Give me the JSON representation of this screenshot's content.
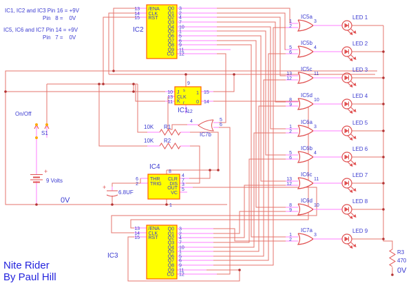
{
  "colors": {
    "wire": "#e4736b",
    "pink": "#ff7dff",
    "component": "#e05050",
    "ic_fill": "#ffff00",
    "ic_border": "#ff5a00",
    "text": "#3a3ad0",
    "title": "#2323dd",
    "dot": "#b33434",
    "orange": "#ffaa00"
  },
  "notes": {
    "line1": "IC1, IC2 and IC3 Pin 16 = +9V",
    "line2": "Pin   8 =    0V",
    "line3": "IC5, IC6 and IC7 Pin 14 = +9V",
    "line4": "Pin   7 =    0V"
  },
  "title": {
    "line1": "Nite Rider",
    "line2": "By Paul Hill"
  },
  "power": {
    "on_off": "On/Off",
    "switch_name": "S1",
    "battery_label": "9 Volts",
    "battery_plus": "+",
    "gnd_left": "0V",
    "gnd_right": "0V"
  },
  "ic2": {
    "name": "IC2",
    "left_pins": [
      {
        "num": "13",
        "label": "/ENA"
      },
      {
        "num": "14",
        "label": "CLK"
      },
      {
        "num": "15",
        "label": "RST"
      }
    ],
    "right_pins": [
      {
        "label": "Q0",
        "num": "3"
      },
      {
        "label": "Q1",
        "num": "2"
      },
      {
        "label": "Q2",
        "num": "4"
      },
      {
        "label": "Q3",
        "num": "7"
      },
      {
        "label": "Q4",
        "num": "10"
      },
      {
        "label": "Q5",
        "num": "1"
      },
      {
        "label": "Q6",
        "num": "5"
      },
      {
        "label": "Q7",
        "num": "6"
      },
      {
        "label": "Q8",
        "num": "9"
      },
      {
        "label": "Q9",
        "num": "11"
      },
      {
        "label": "CO",
        "num": "12"
      }
    ]
  },
  "ic3": {
    "name": "IC3",
    "left_pins": [
      {
        "num": "13",
        "label": "/ENA"
      },
      {
        "num": "14",
        "label": "CLK"
      },
      {
        "num": "15",
        "label": "RST"
      }
    ],
    "right_pins": [
      {
        "label": "Q0",
        "num": "3"
      },
      {
        "label": "Q1",
        "num": "2"
      },
      {
        "label": "Q2",
        "num": "4"
      },
      {
        "label": "Q3",
        "num": "7"
      },
      {
        "label": "Q4",
        "num": "10"
      },
      {
        "label": "Q5",
        "num": "1"
      },
      {
        "label": "Q6",
        "num": "5"
      },
      {
        "label": "Q7",
        "num": "6"
      },
      {
        "label": "Q8",
        "num": "9"
      },
      {
        "label": "Q9",
        "num": "11"
      },
      {
        "label": "CO",
        "num": "12"
      }
    ]
  },
  "ic1": {
    "name": "IC1",
    "left_pins": [
      {
        "num": "10",
        "label": "J"
      },
      {
        "num": "13",
        "label": "CLK"
      },
      {
        "num": "11",
        "label": "K"
      }
    ],
    "right_pins": [
      {
        "num": "15",
        "label": "1"
      },
      {
        "num": "14",
        "label": "0"
      }
    ],
    "top_pin": {
      "num": "9",
      "label": "s"
    },
    "bottom_pin": {
      "num": "12",
      "label": "r"
    }
  },
  "ic4": {
    "name": "IC4",
    "left_pins": [
      {
        "num": "6",
        "label": "THR"
      },
      {
        "num": "2",
        "label": "TRIG"
      }
    ],
    "right_pins": [
      {
        "num": "4",
        "label": "CLR"
      },
      {
        "num": "7",
        "label": "DIS"
      },
      {
        "num": "3",
        "label": "OUT"
      },
      {
        "num": "5",
        "label": "VC"
      }
    ],
    "top_pin": "8",
    "bottom_pin": "1"
  },
  "ic7b": {
    "name": "IC7b",
    "output_pin": "4",
    "input_pins": [
      "5",
      "6"
    ]
  },
  "r1": {
    "value": "10K",
    "name": "R1"
  },
  "r2": {
    "value": "10K",
    "name": "R2"
  },
  "r3": {
    "name": "R3",
    "value": "470"
  },
  "cap": {
    "value": "6.8UF",
    "plus": "+"
  },
  "gates": [
    {
      "name": "IC5a",
      "inputs": [
        "1",
        "2"
      ],
      "output": "3",
      "led": "LED 1"
    },
    {
      "name": "IC5b",
      "inputs": [
        "5",
        "6"
      ],
      "output": "4",
      "led": "LED 2"
    },
    {
      "name": "IC5c",
      "inputs": [
        "13",
        "12"
      ],
      "output": "11",
      "led": "LED 3"
    },
    {
      "name": "IC5d",
      "inputs": [
        "8",
        "9"
      ],
      "output": "10",
      "led": "LED 4"
    },
    {
      "name": "IC6a",
      "inputs": [
        "1",
        "2"
      ],
      "output": "3",
      "led": "LED 5"
    },
    {
      "name": "IC6b",
      "inputs": [
        "5",
        "6"
      ],
      "output": "4",
      "led": "LED 6"
    },
    {
      "name": "IC6c",
      "inputs": [
        "13",
        "12"
      ],
      "output": "11",
      "led": "LED 7"
    },
    {
      "name": "IC6d",
      "inputs": [
        "8",
        "9"
      ],
      "output": "10",
      "led": "LED 8"
    },
    {
      "name": "IC7a",
      "inputs": [
        "1",
        "2"
      ],
      "output": "3",
      "led": "LED 9"
    }
  ]
}
